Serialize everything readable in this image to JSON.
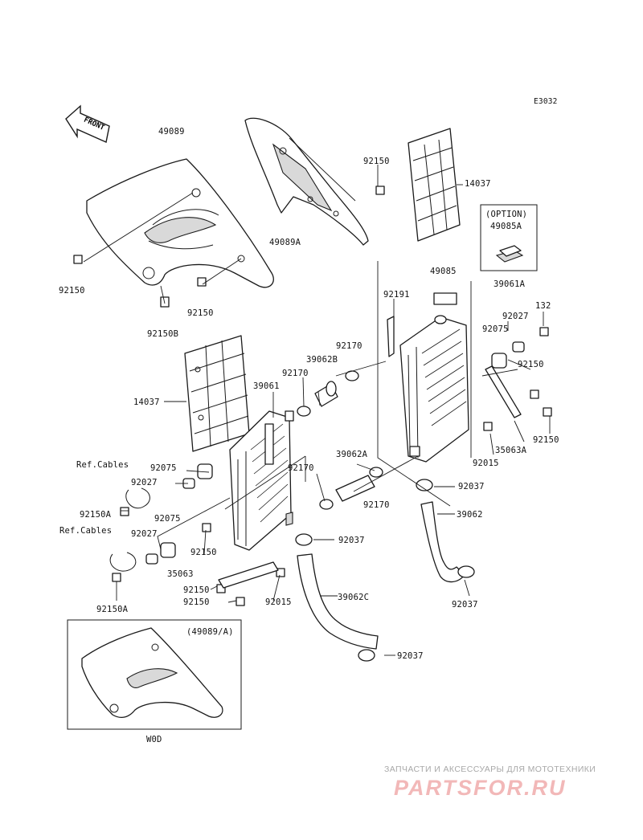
{
  "diagram": {
    "code": "E3032",
    "front_label": "FRONT",
    "option_label": "(OPTION)",
    "option_part": "49085A",
    "inset_label": "(49089/A)",
    "inset_code": "W0D",
    "part_labels": {
      "49089": "49089",
      "49089A": "49089A",
      "92150_a": "92150",
      "14037_a": "14037",
      "49085": "49085",
      "39061A": "39061A",
      "92150_b": "92150",
      "92150_c": "92150",
      "92150B": "92150B",
      "92191": "92191",
      "92027_a": "92027",
      "132": "132",
      "92075_a": "92075",
      "92150_d": "92150",
      "92170_a": "92170",
      "39062B": "39062B",
      "92170_b": "92170",
      "14037_b": "14037",
      "39061": "39061",
      "35063A": "35063A",
      "92150_e": "92150",
      "92015_a": "92015",
      "39062A": "39062A",
      "ref_cables_a": "Ref.Cables",
      "92075_b": "92075",
      "92027_b": "92027",
      "92170_c": "92170",
      "92037_a": "92037",
      "92170_d": "92170",
      "39062": "39062",
      "92150A_a": "92150A",
      "92075_c": "92075",
      "ref_cables_b": "Ref.Cables",
      "92027_c": "92027",
      "92150_f": "92150",
      "92037_b": "92037",
      "35063": "35063",
      "92150_g": "92150",
      "92150_h": "92150",
      "92015_b": "92015",
      "39062C": "39062C",
      "92037_c": "92037",
      "92150A_b": "92150A",
      "92037_d": "92037"
    }
  },
  "watermark": {
    "line1": "ЗАПЧАСТИ И АКСЕССУАРЫ ДЛЯ МОТОТЕХНИКИ",
    "line2": "PARTSFOR.RU"
  }
}
